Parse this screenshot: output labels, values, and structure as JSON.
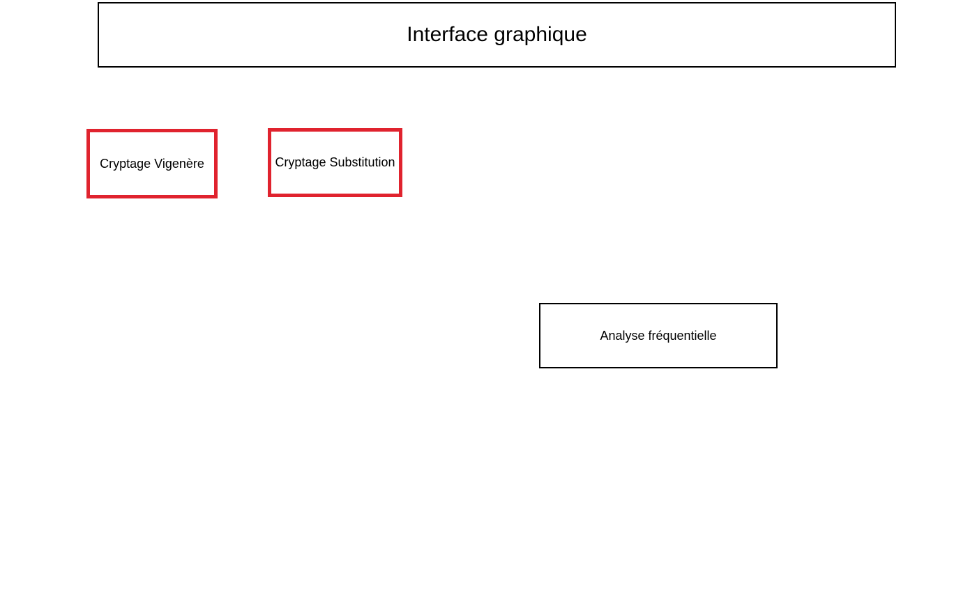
{
  "diagram": {
    "title_box": {
      "label": "Interface graphique"
    },
    "nodes": [
      {
        "label": "Cryptage Vigenère",
        "highlighted": true
      },
      {
        "label": "Cryptage Substitution",
        "highlighted": true
      },
      {
        "label": "Analyse fréquentielle",
        "highlighted": false
      }
    ]
  },
  "colors": {
    "highlight_border": "#e0232e",
    "default_border": "#000000",
    "background": "#ffffff"
  }
}
